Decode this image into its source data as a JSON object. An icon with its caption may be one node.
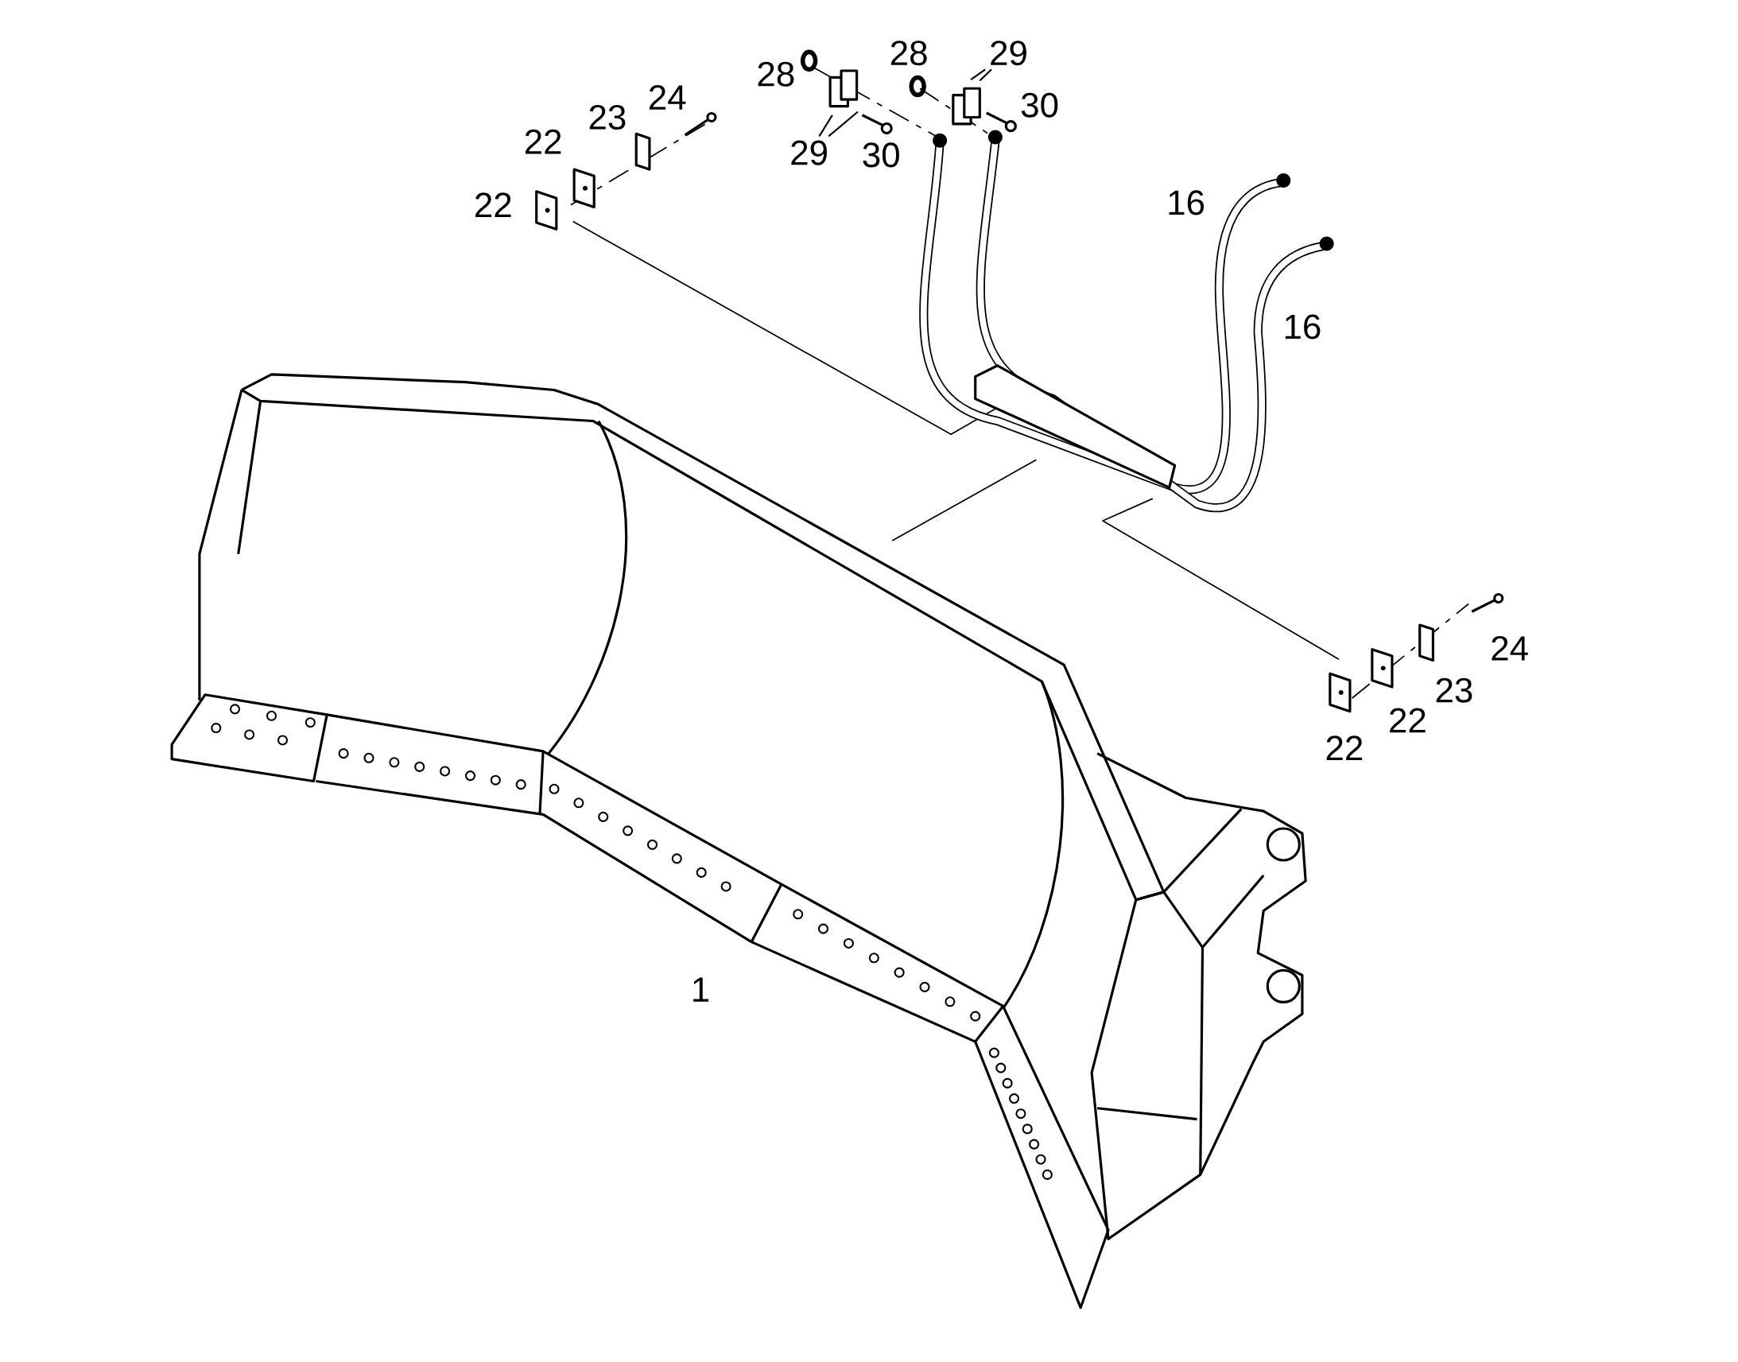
{
  "diagram": {
    "nodes": [
      {
        "text": [
          "29"
        ]
      },
      {
        "text": [
          "29"
        ]
      }
    ],
    "edges": [
      {
        "from": 0,
        "to": null,
        "arrow": "none"
      },
      {
        "from": 0,
        "to": null,
        "arrow": "none"
      },
      {
        "from": 1,
        "to": null,
        "arrow": "none"
      },
      {
        "from": 1,
        "to": null,
        "arrow": "none"
      }
    ],
    "labels": [
      "28",
      "28",
      "24",
      "30",
      "23",
      "22",
      "30",
      "22",
      "16",
      "16",
      "24",
      "23",
      "22",
      "22",
      "1"
    ]
  }
}
